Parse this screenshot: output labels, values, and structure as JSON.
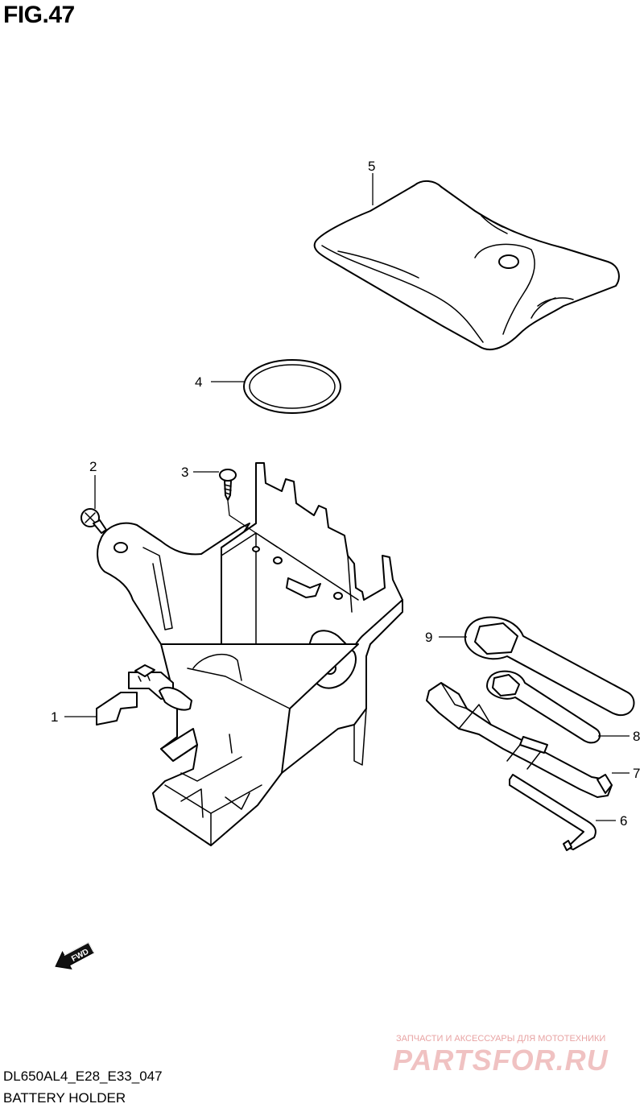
{
  "figure_title": "FIG.47",
  "model_code": "DL650AL4_E28_E33_047",
  "caption": "BATTERY HOLDER",
  "direction_label": "FWD",
  "watermark": {
    "tagline": "ЗАПЧАСТИ И АКСЕССУАРЫ ДЛЯ МОТОТЕХНИКИ",
    "brand": "PARTSFOR.RU"
  },
  "callouts": [
    {
      "id": "1",
      "label": "1"
    },
    {
      "id": "2",
      "label": "2"
    },
    {
      "id": "3",
      "label": "3"
    },
    {
      "id": "4",
      "label": "4"
    },
    {
      "id": "5",
      "label": "5"
    },
    {
      "id": "6",
      "label": "6"
    },
    {
      "id": "7",
      "label": "7"
    },
    {
      "id": "8",
      "label": "8"
    },
    {
      "id": "9",
      "label": "9"
    }
  ]
}
